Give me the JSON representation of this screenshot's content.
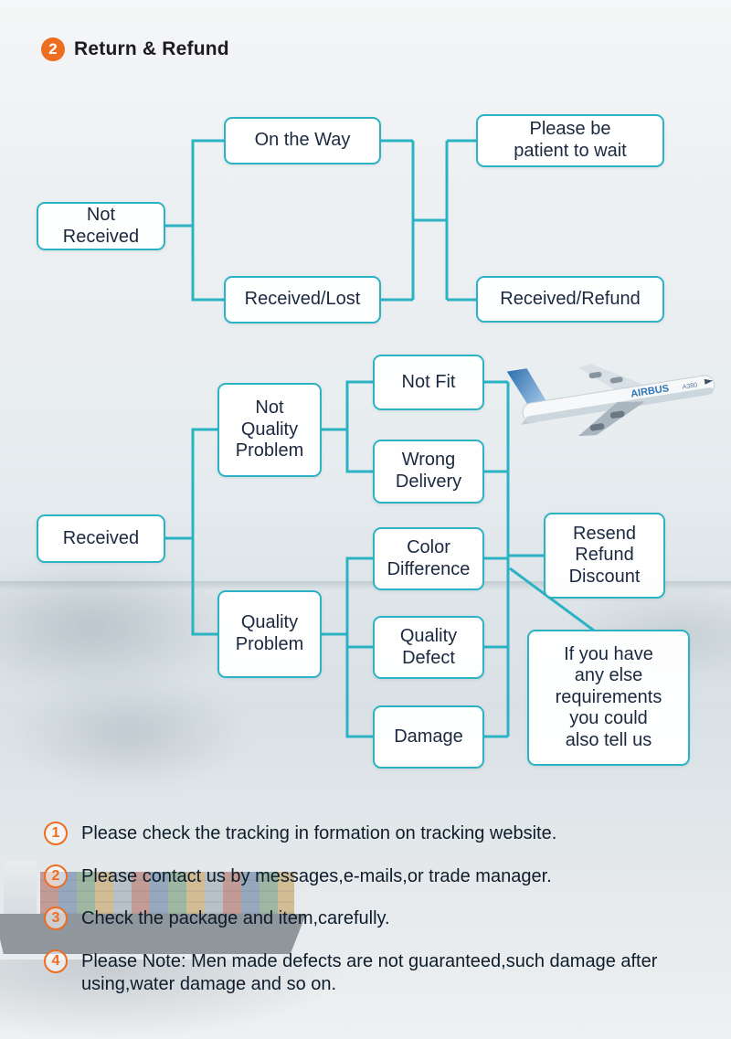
{
  "theme": {
    "accent": "#2bb3c4",
    "orange": "#ed6d21",
    "node-text": "#1b2940"
  },
  "header": {
    "badge": "2",
    "title": "Return & Refund"
  },
  "flow": {
    "not_received": [
      "Not",
      "Received"
    ],
    "on_the_way": "On the Way",
    "patient": [
      "Please be",
      "patient to wait"
    ],
    "received_lost": "Received/Lost",
    "received_refund": "Received/Refund",
    "received": "Received",
    "not_quality_problem": [
      "Not",
      "Quality",
      "Problem"
    ],
    "quality_problem": [
      "Quality",
      "Problem"
    ],
    "not_fit": "Not Fit",
    "wrong_delivery": [
      "Wrong",
      "Delivery"
    ],
    "color_difference": [
      "Color",
      "Difference"
    ],
    "quality_defect": [
      "Quality",
      "Defect"
    ],
    "damage": "Damage",
    "resend_refund_discount": [
      "Resend",
      "Refund",
      "Discount"
    ],
    "note_bubble": [
      "If you have",
      "any else",
      "requirements",
      "you could",
      "also tell us"
    ]
  },
  "notes": [
    {
      "num": "1",
      "text": "Please check the tracking in formation on tracking website."
    },
    {
      "num": "2",
      "text": "Please contact us by messages,e-mails,or trade manager."
    },
    {
      "num": "3",
      "text": "Check the package and item,carefully."
    },
    {
      "num": "4",
      "text": "Please Note: Men made defects are not guaranteed,such damage after using,water damage and so on."
    }
  ],
  "decorations": {
    "airplane_brand": "AIRBUS",
    "airplane_model": "A380"
  }
}
